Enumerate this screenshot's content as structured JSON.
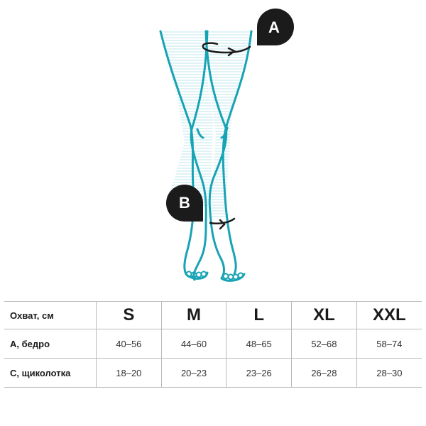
{
  "illustration": {
    "marker_a": "A",
    "marker_b": "B",
    "accent_color": "#17a3b4",
    "hatch_color": "#bfe6ec",
    "badge_color": "#1b1b1b"
  },
  "table": {
    "header_label": "Охват, см",
    "sizes": [
      "S",
      "M",
      "L",
      "XL",
      "XXL"
    ],
    "rows": [
      {
        "label": "A, бедро",
        "values": [
          "40–56",
          "44–60",
          "48–65",
          "52–68",
          "58–74"
        ]
      },
      {
        "label": "C, щиколотка",
        "values": [
          "18–20",
          "20–23",
          "23–26",
          "26–28",
          "28–30"
        ]
      }
    ]
  }
}
